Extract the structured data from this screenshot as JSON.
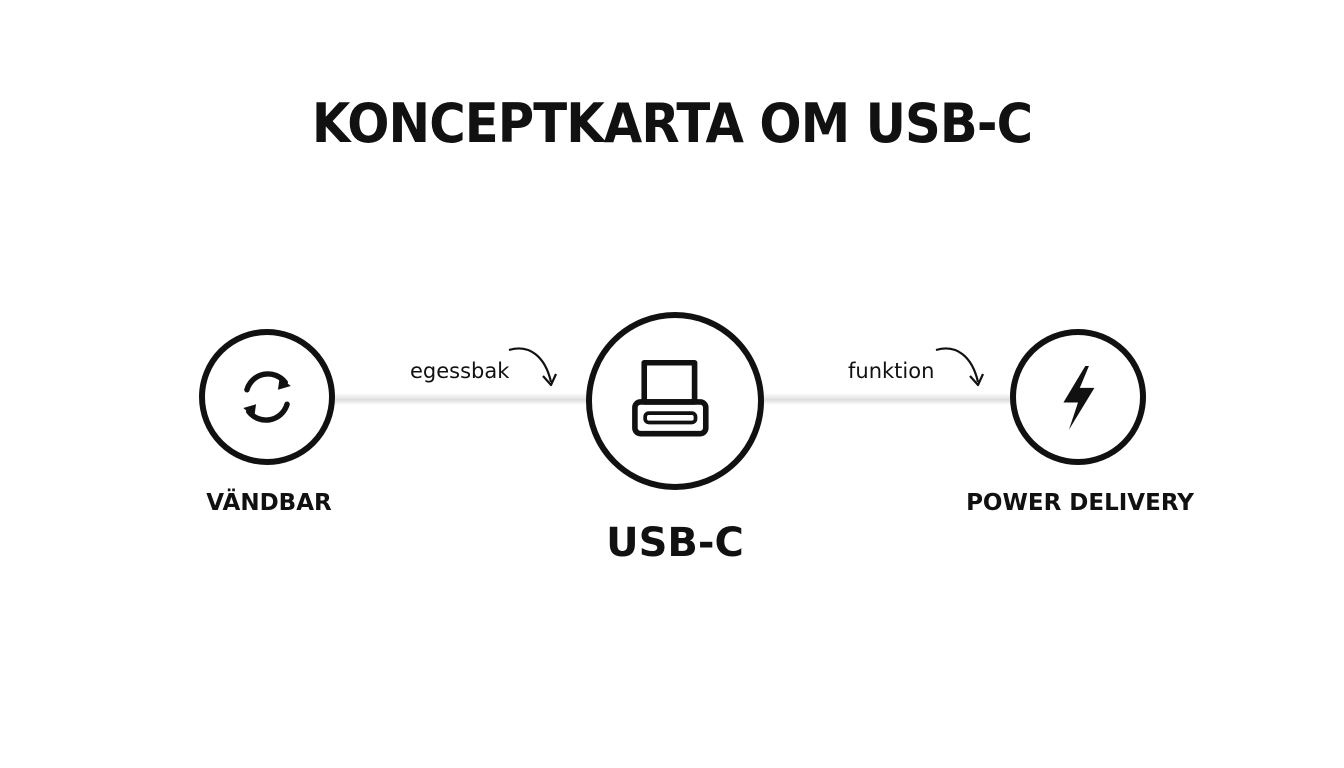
{
  "title": "KONCEPTKARTA OM USB-C",
  "nodes": {
    "left": {
      "label": "VÄNDBAR",
      "icon": "reversible-arrows-icon"
    },
    "center": {
      "label": "USB-C",
      "icon": "usb-c-connector-icon"
    },
    "right": {
      "label": "POWER DELIVERY",
      "icon": "lightning-bolt-icon"
    }
  },
  "edges": [
    {
      "label": "egessbak",
      "from": "VÄNDBAR",
      "to": "USB-C"
    },
    {
      "label": "funktion",
      "from": "USB-C",
      "to": "POWER DELIVERY"
    }
  ],
  "colors": {
    "stroke": "#111111",
    "connector": "#dcdcdc",
    "background": "#ffffff"
  }
}
